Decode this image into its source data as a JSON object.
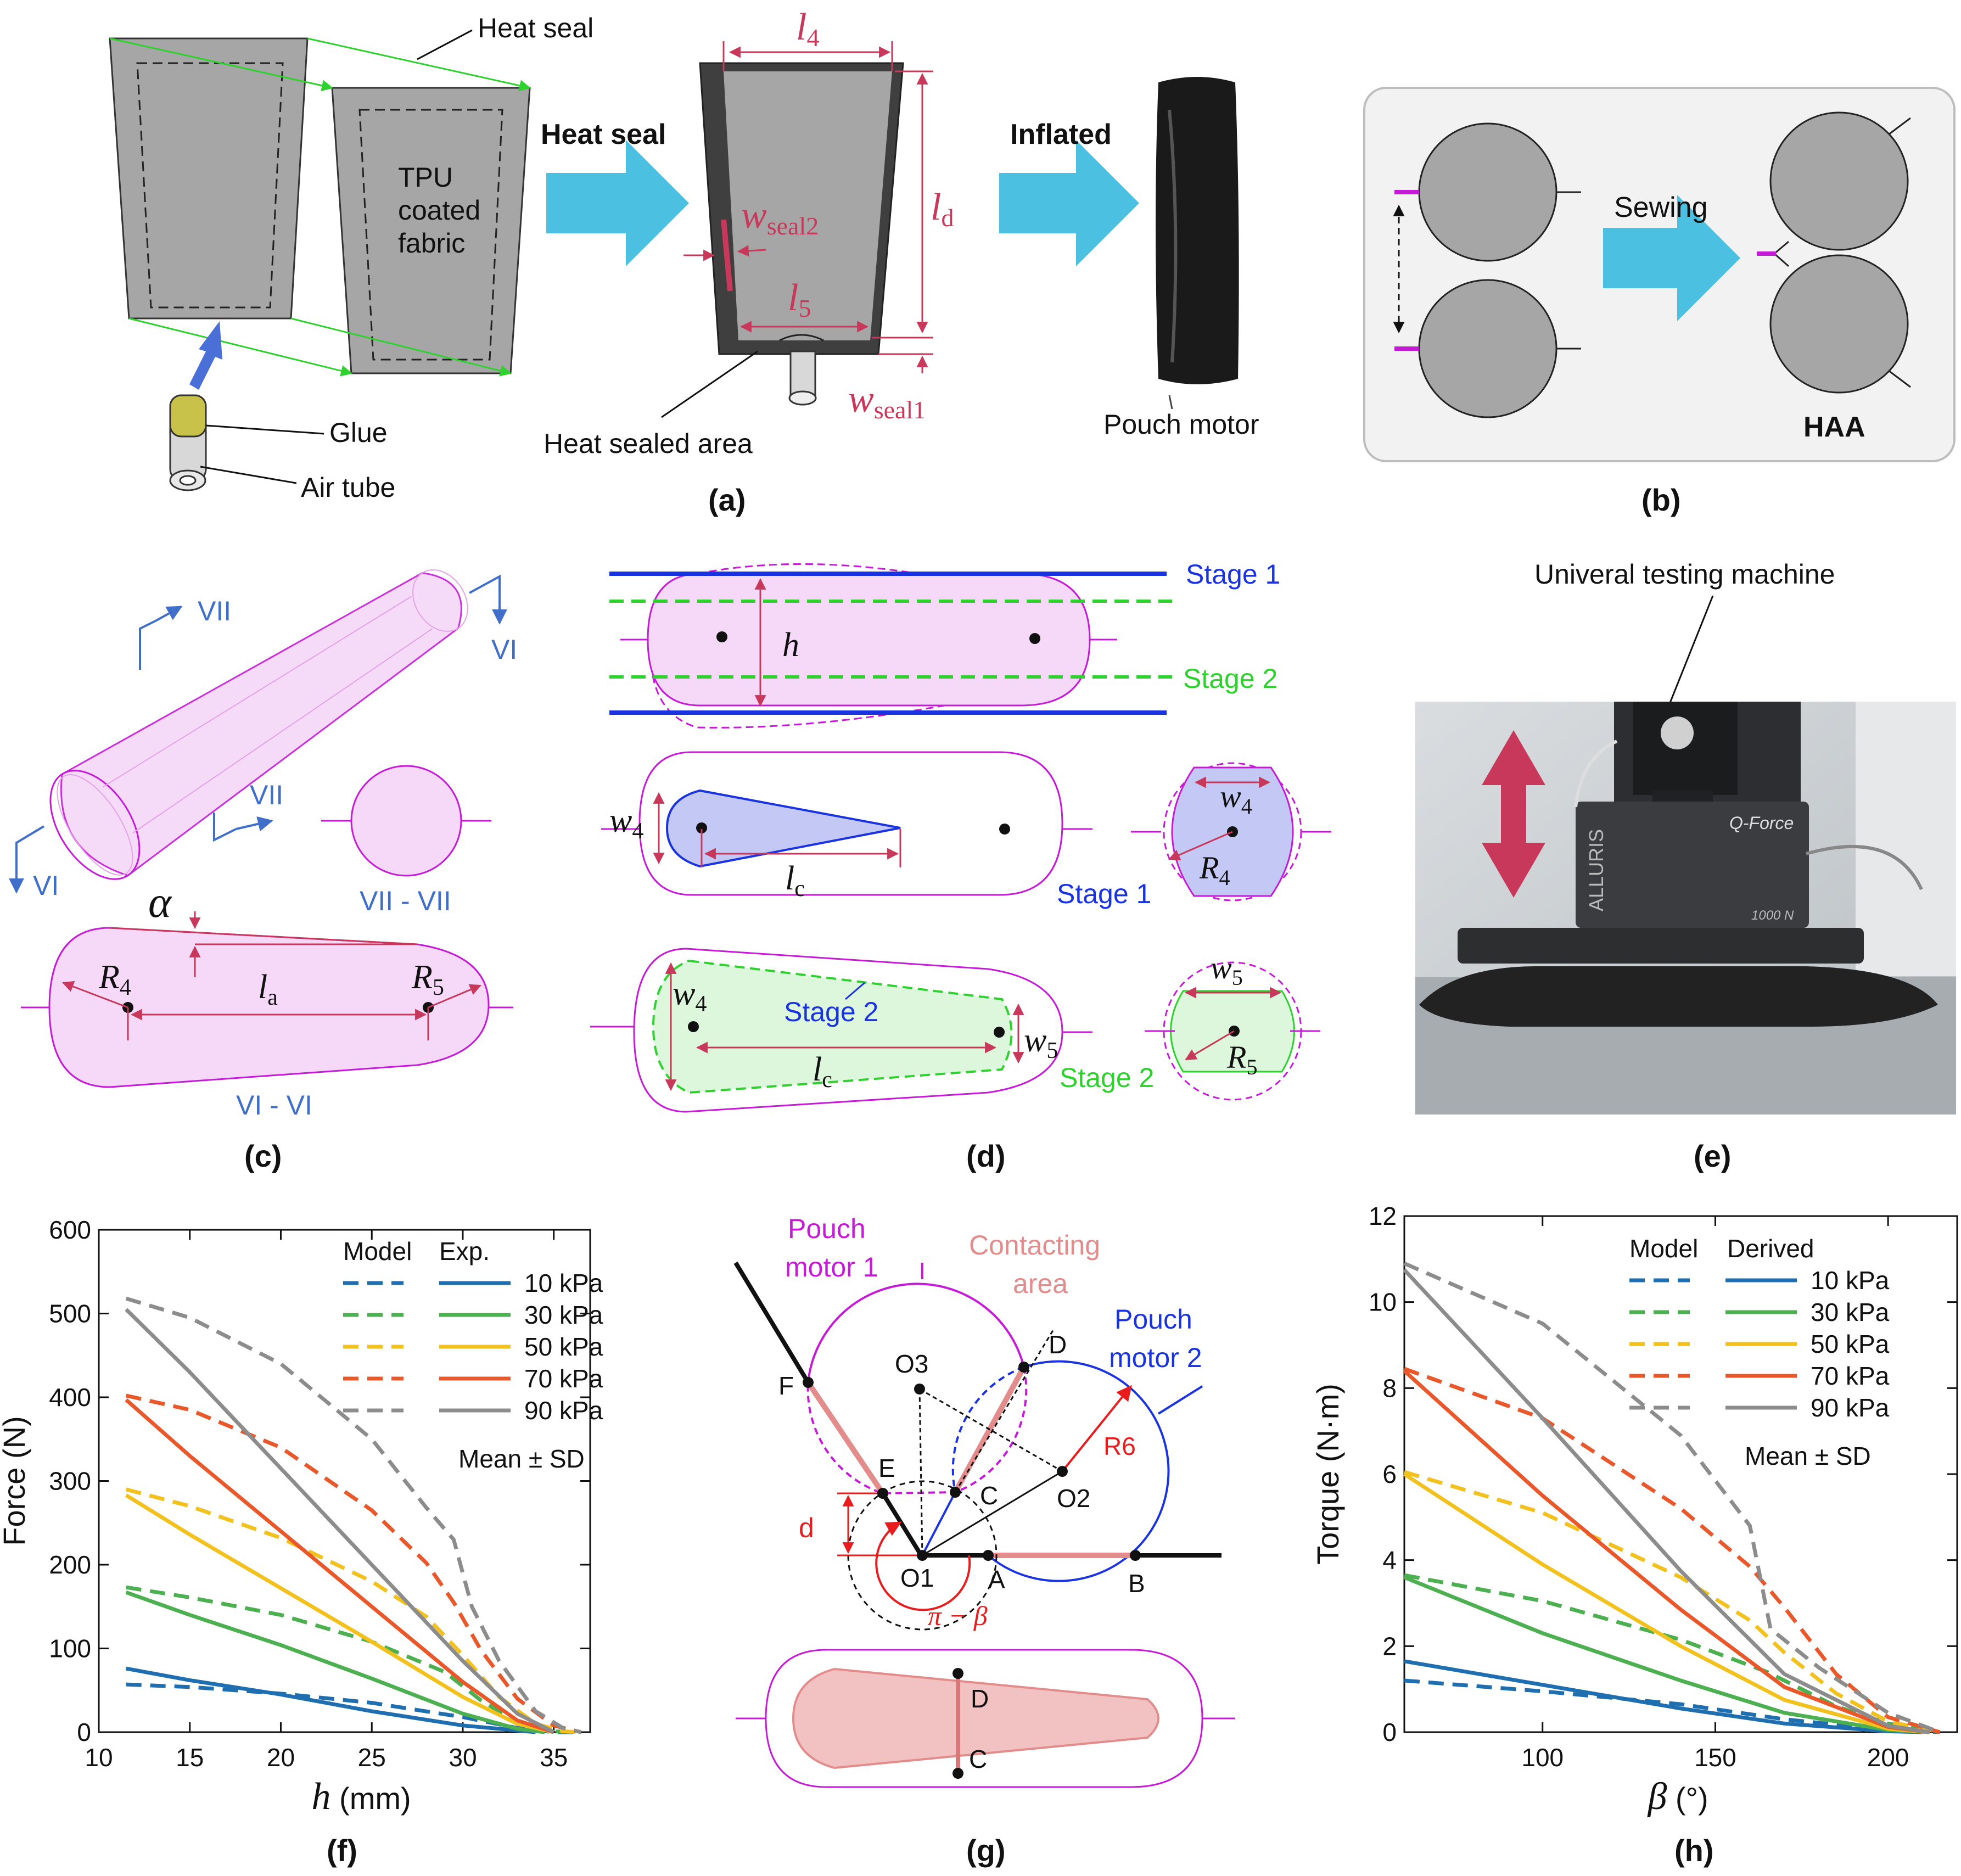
{
  "colors": {
    "gray": "#a6a6a6",
    "dark": "#3f3f3f",
    "magenta": "#c61bd6",
    "lightpink": "#f6d8f8",
    "red": "#c8385a",
    "blue": "#1a33e0",
    "green": "#2fd12f",
    "cyan": "#4cc0e0",
    "steel": "#3f6fc8",
    "c10": "#1f6fb0",
    "c30": "#4caf50",
    "c50": "#f2c11d",
    "c70": "#e8582a",
    "c90": "#8c8c8c"
  },
  "panel_a": {
    "caption": "(a)",
    "heat_seal_top": "Heat seal",
    "tpu_line1": "TPU",
    "tpu_line2": "coated",
    "tpu_line3": "fabric",
    "arrow1": "Heat seal",
    "arrow2": "Inflated",
    "glue": "Glue",
    "air_tube": "Air tube",
    "heat_sealed_area": "Heat sealed area",
    "pouch_motor": "Pouch motor",
    "l4": "l",
    "l4_sub": "4",
    "l5": "l",
    "l5_sub": "5",
    "ld": "l",
    "ld_sub": "d",
    "wseal2": "w",
    "wseal2_sub": "seal2",
    "wseal1": "w",
    "wseal1_sub": "seal1"
  },
  "panel_b": {
    "caption": "(b)",
    "sewing": "Sewing",
    "haa": "HAA"
  },
  "panel_c": {
    "caption": "(c)",
    "vii": "VII",
    "vi": "VI",
    "section_vii": "VII - VII",
    "section_vi": "VI - VI",
    "alpha": "α",
    "r4": "R",
    "r4_sub": "4",
    "r5": "R",
    "r5_sub": "5",
    "la": "l",
    "la_sub": "a"
  },
  "panel_d": {
    "caption": "(d)",
    "stage1": "Stage 1",
    "stage2": "Stage 2",
    "h": "h",
    "w4": "w",
    "w4_sub": "4",
    "w5": "w",
    "w5_sub": "5",
    "lc": "l",
    "lc_sub": "c",
    "r4": "R",
    "r4_sub": "4",
    "r5": "R",
    "r5_sub": "5"
  },
  "panel_e": {
    "caption": "(e)",
    "machine": "Univeral testing machine",
    "brand": "ALLURIS",
    "qforce": "Q-Force",
    "rating": "1000 N"
  },
  "panel_g": {
    "caption": "(g)",
    "pm1_line1": "Pouch",
    "pm1_line2": "motor 1",
    "contact_line1": "Contacting",
    "contact_line2": "area",
    "pm2_line1": "Pouch",
    "pm2_line2": "motor 2",
    "pts": {
      "F": "F",
      "E": "E",
      "C": "C",
      "D": "D",
      "A": "A",
      "B": "B",
      "O1": "O1",
      "O2": "O2",
      "O3": "O3"
    },
    "r6": "R6",
    "d": "d",
    "pi_beta": "π − β",
    "D2": "D",
    "C2": "C"
  },
  "chart_data": [
    {
      "type": "line",
      "panel": "(f)",
      "xlabel": "h",
      "xunit": "(mm)",
      "ylabel": "Force (N)",
      "xlim": [
        10,
        37
      ],
      "ylim": [
        0,
        600
      ],
      "xticks": [
        10,
        15,
        20,
        25,
        30,
        35
      ],
      "yticks": [
        0,
        100,
        200,
        300,
        400,
        500,
        600
      ],
      "legend_headers": [
        "Model",
        "Exp."
      ],
      "legend_note": "Mean ± SD",
      "legend_position": "top-right",
      "series": [
        {
          "name": "10 kPa",
          "color": "#1f6fb0",
          "model": [
            [
              11.5,
              57
            ],
            [
              15,
              54
            ],
            [
              20,
              46
            ],
            [
              25,
              35
            ],
            [
              30,
              18
            ],
            [
              33,
              5
            ],
            [
              35,
              0
            ],
            [
              36.5,
              0
            ]
          ],
          "exp": [
            [
              11.5,
              76
            ],
            [
              15,
              62
            ],
            [
              20,
              45
            ],
            [
              25,
              25
            ],
            [
              30,
              8
            ],
            [
              33,
              2
            ],
            [
              34,
              0
            ]
          ]
        },
        {
          "name": "30 kPa",
          "color": "#4caf50",
          "model": [
            [
              11.5,
              173
            ],
            [
              15,
              161
            ],
            [
              20,
              140
            ],
            [
              25,
              108
            ],
            [
              29,
              72
            ],
            [
              31,
              38
            ],
            [
              33,
              12
            ],
            [
              35,
              1
            ],
            [
              36.5,
              0
            ]
          ],
          "exp": [
            [
              11.5,
              167
            ],
            [
              15,
              140
            ],
            [
              20,
              104
            ],
            [
              25,
              64
            ],
            [
              30,
              22
            ],
            [
              33,
              4
            ],
            [
              34.5,
              0
            ]
          ]
        },
        {
          "name": "50 kPa",
          "color": "#f2c11d",
          "model": [
            [
              11.5,
              290
            ],
            [
              15,
              270
            ],
            [
              20,
              232
            ],
            [
              25,
              180
            ],
            [
              28,
              138
            ],
            [
              30,
              92
            ],
            [
              32,
              42
            ],
            [
              34,
              10
            ],
            [
              35.5,
              1
            ],
            [
              36.5,
              0
            ]
          ],
          "exp": [
            [
              11.5,
              283
            ],
            [
              15,
              236
            ],
            [
              20,
              172
            ],
            [
              25,
              108
            ],
            [
              30,
              42
            ],
            [
              33,
              10
            ],
            [
              35,
              0
            ]
          ]
        },
        {
          "name": "70 kPa",
          "color": "#e8582a",
          "model": [
            [
              11.5,
              402
            ],
            [
              15,
              385
            ],
            [
              20,
              340
            ],
            [
              25,
              265
            ],
            [
              28,
              202
            ],
            [
              29.5,
              155
            ],
            [
              31,
              98
            ],
            [
              33,
              40
            ],
            [
              35,
              8
            ],
            [
              36.5,
              0
            ]
          ],
          "exp": [
            [
              11.5,
              397
            ],
            [
              15,
              330
            ],
            [
              20,
              240
            ],
            [
              25,
              150
            ],
            [
              30,
              60
            ],
            [
              33,
              14
            ],
            [
              35,
              0
            ]
          ]
        },
        {
          "name": "90 kPa",
          "color": "#8c8c8c",
          "model": [
            [
              11.5,
              518
            ],
            [
              15,
              495
            ],
            [
              20,
              440
            ],
            [
              25,
              350
            ],
            [
              28,
              268
            ],
            [
              29.5,
              230
            ],
            [
              30.5,
              150
            ],
            [
              32,
              85
            ],
            [
              34,
              25
            ],
            [
              35.5,
              5
            ],
            [
              36.5,
              0
            ]
          ],
          "exp": [
            [
              11.5,
              505
            ],
            [
              15,
              430
            ],
            [
              20,
              315
            ],
            [
              25,
              200
            ],
            [
              30,
              85
            ],
            [
              33,
              22
            ],
            [
              35,
              0
            ]
          ]
        }
      ]
    },
    {
      "type": "line",
      "panel": "(h)",
      "xlabel": "β",
      "xunit": "(°)",
      "ylabel": "Torque (N·m)",
      "xlim": [
        60,
        220
      ],
      "ylim": [
        0,
        12
      ],
      "xticks": [
        100,
        150,
        200
      ],
      "yticks": [
        0,
        2,
        4,
        6,
        8,
        10,
        12
      ],
      "legend_headers": [
        "Model",
        "Derived"
      ],
      "legend_note": "Mean ± SD",
      "legend_position": "top-right",
      "series": [
        {
          "name": "10 kPa",
          "color": "#1f6fb0",
          "model": [
            [
              60,
              1.2
            ],
            [
              100,
              0.95
            ],
            [
              140,
              0.65
            ],
            [
              170,
              0.3
            ],
            [
              200,
              0.05
            ],
            [
              215,
              0
            ]
          ],
          "exp": [
            [
              60,
              1.65
            ],
            [
              100,
              1.1
            ],
            [
              140,
              0.55
            ],
            [
              170,
              0.2
            ],
            [
              200,
              0.02
            ],
            [
              210,
              0
            ]
          ]
        },
        {
          "name": "30 kPa",
          "color": "#4caf50",
          "model": [
            [
              60,
              3.65
            ],
            [
              100,
              3.05
            ],
            [
              140,
              2.15
            ],
            [
              165,
              1.4
            ],
            [
              185,
              0.6
            ],
            [
              200,
              0.2
            ],
            [
              215,
              0
            ]
          ],
          "exp": [
            [
              60,
              3.6
            ],
            [
              100,
              2.3
            ],
            [
              140,
              1.2
            ],
            [
              170,
              0.45
            ],
            [
              200,
              0.05
            ],
            [
              212,
              0
            ]
          ]
        },
        {
          "name": "50 kPa",
          "color": "#f2c11d",
          "model": [
            [
              60,
              6.05
            ],
            [
              100,
              5.1
            ],
            [
              140,
              3.6
            ],
            [
              160,
              2.6
            ],
            [
              170,
              1.85
            ],
            [
              185,
              0.9
            ],
            [
              200,
              0.25
            ],
            [
              215,
              0
            ]
          ],
          "exp": [
            [
              60,
              6.0
            ],
            [
              100,
              3.9
            ],
            [
              140,
              2.0
            ],
            [
              170,
              0.75
            ],
            [
              200,
              0.08
            ],
            [
              212,
              0
            ]
          ]
        },
        {
          "name": "70 kPa",
          "color": "#e8582a",
          "model": [
            [
              60,
              8.45
            ],
            [
              100,
              7.3
            ],
            [
              140,
              5.2
            ],
            [
              160,
              3.85
            ],
            [
              170,
              2.9
            ],
            [
              185,
              1.35
            ],
            [
              200,
              0.35
            ],
            [
              215,
              0
            ]
          ],
          "exp": [
            [
              60,
              8.4
            ],
            [
              100,
              5.5
            ],
            [
              140,
              2.85
            ],
            [
              170,
              1.05
            ],
            [
              200,
              0.12
            ],
            [
              212,
              0
            ]
          ]
        },
        {
          "name": "90 kPa",
          "color": "#8c8c8c",
          "model": [
            [
              60,
              10.9
            ],
            [
              100,
              9.5
            ],
            [
              140,
              6.9
            ],
            [
              160,
              4.8
            ],
            [
              166,
              2.4
            ],
            [
              180,
              1.5
            ],
            [
              200,
              0.45
            ],
            [
              215,
              0
            ]
          ],
          "exp": [
            [
              60,
              10.75
            ],
            [
              100,
              7.3
            ],
            [
              140,
              3.75
            ],
            [
              170,
              1.35
            ],
            [
              200,
              0.15
            ],
            [
              212,
              0
            ]
          ]
        }
      ]
    }
  ]
}
